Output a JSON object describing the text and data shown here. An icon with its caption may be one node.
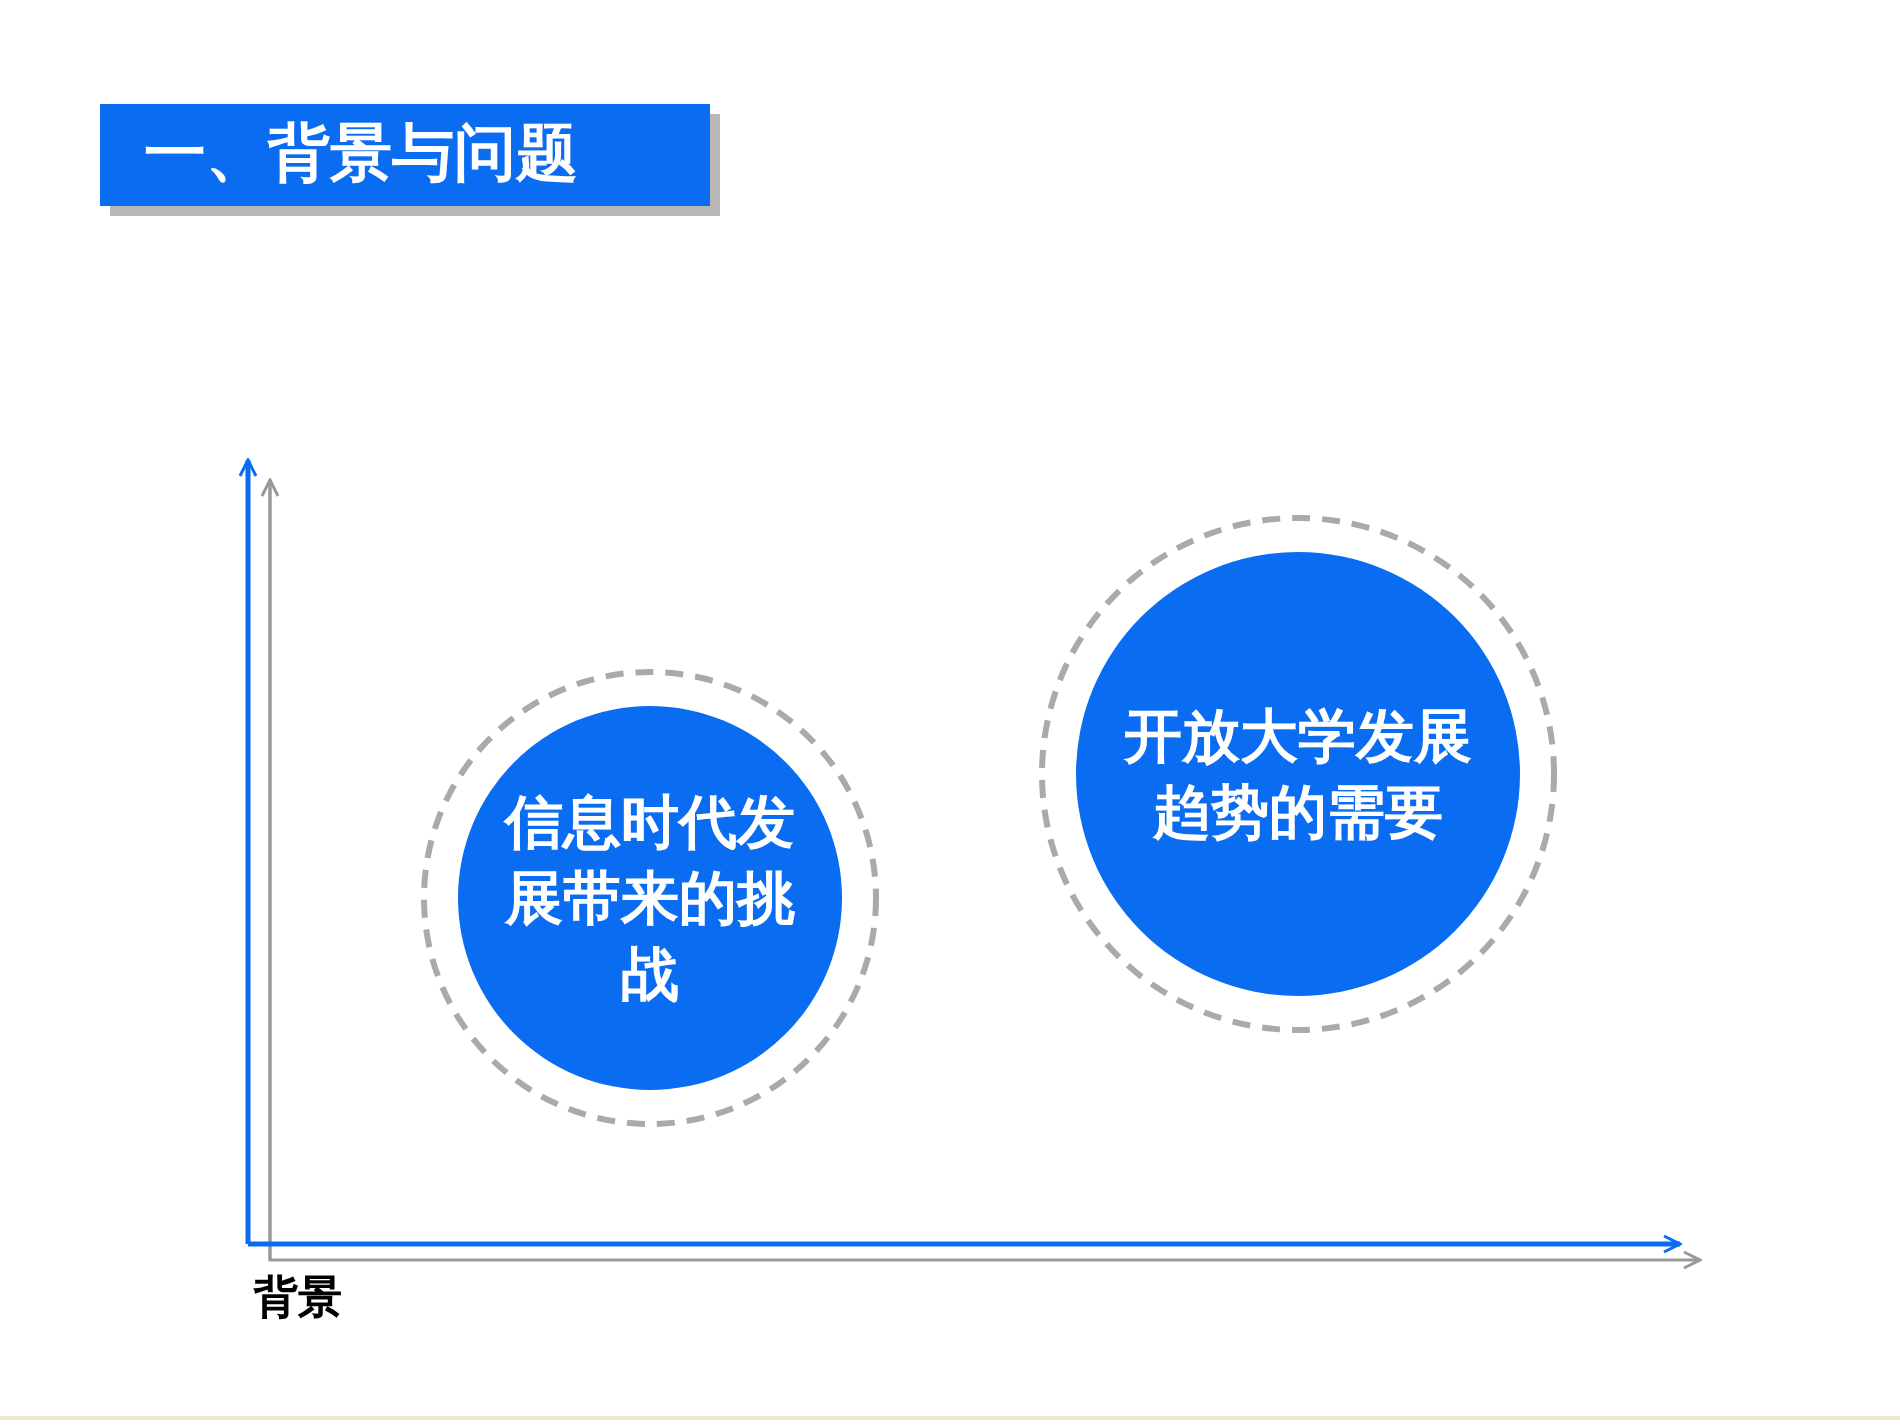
{
  "diagram": {
    "title": "一、背景与问题",
    "nodes": [
      {
        "text": [
          "信息时代发展带来的挑战"
        ]
      },
      {
        "text": [
          "开放大学发展趋势的需要"
        ]
      }
    ],
    "labels": [
      "背景"
    ]
  }
}
